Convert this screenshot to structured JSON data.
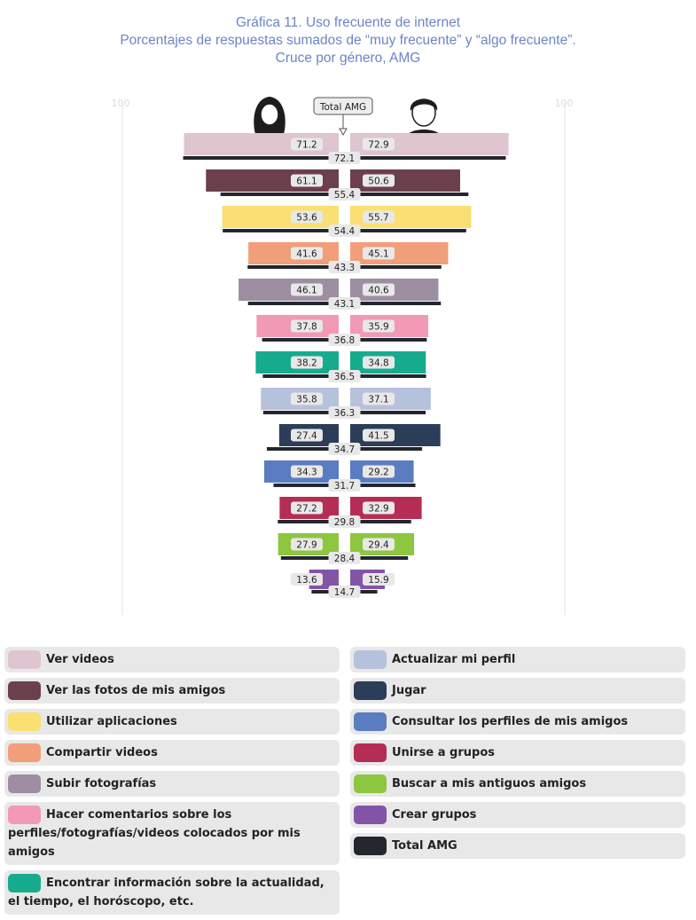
{
  "chart_data": {
    "type": "bar",
    "title": [
      "Gráfica 11. Uso frecuente de internet",
      "Porcentajes de respuestas sumados de “muy frecuente” y “algo frecuente”.",
      "Cruce por género, AMG"
    ],
    "axis_max_label_left": "100",
    "axis_max_label_right": "100",
    "xlim": [
      0,
      100
    ],
    "total_marker_label": "Total AMG",
    "icon_left": "woman-icon",
    "icon_right": "man-icon",
    "categories": [
      "Ver videos",
      "Ver las fotos de mis amigos",
      "Utilizar aplicaciones",
      "Compartir videos",
      "Subir fotografías",
      "Hacer comentarios sobre los perfiles/fotografías/videos colocados por mis amigos",
      "Encontrar información sobre la actualidad, el tiempo, el horóscopo, etc.",
      "Actualizar mi perfil",
      "Jugar",
      "Consultar los perfiles de mis amigos",
      "Unirse a grupos",
      "Buscar a mis antiguos amigos",
      "Crear grupos"
    ],
    "colors": [
      "#dfc5cf",
      "#6c3f4c",
      "#fadf72",
      "#f19f7a",
      "#9d8ea2",
      "#f199b5",
      "#17ab8e",
      "#b6c1dc",
      "#2b3d58",
      "#5a7cc1",
      "#b52c55",
      "#8dc63f",
      "#8355a6"
    ],
    "series": [
      {
        "name": "Mujeres",
        "values": [
          71.2,
          61.1,
          53.6,
          41.6,
          46.1,
          37.8,
          38.2,
          35.8,
          27.4,
          34.3,
          27.2,
          27.9,
          13.6
        ]
      },
      {
        "name": "Hombres",
        "values": [
          72.9,
          50.6,
          55.7,
          45.1,
          40.6,
          35.9,
          34.8,
          37.1,
          41.5,
          29.2,
          32.9,
          29.4,
          15.9
        ]
      },
      {
        "name": "Total AMG",
        "color": "#23262e",
        "values": [
          72.1,
          55.4,
          54.4,
          43.3,
          43.1,
          36.8,
          36.5,
          36.3,
          34.7,
          31.7,
          29.8,
          28.4,
          14.7
        ]
      }
    ]
  },
  "legend": {
    "left": [
      {
        "label": "Ver videos",
        "color": "#dfc5cf"
      },
      {
        "label": "Ver las fotos de mis amigos",
        "color": "#6c3f4c"
      },
      {
        "label": "Utilizar aplicaciones",
        "color": "#fadf72"
      },
      {
        "label": "Compartir videos",
        "color": "#f19f7a"
      },
      {
        "label": "Subir fotografías",
        "color": "#9d8ea2"
      },
      {
        "label": "Hacer comentarios sobre los perfiles/fotografías/videos colocados por mis amigos",
        "color": "#f199b5"
      },
      {
        "label": "Encontrar información sobre la actualidad, el tiempo, el horóscopo, etc.",
        "color": "#17ab8e"
      }
    ],
    "right": [
      {
        "label": "Actualizar mi perfil",
        "color": "#b6c1dc"
      },
      {
        "label": "Jugar",
        "color": "#2b3d58"
      },
      {
        "label": "Consultar los perfiles de mis amigos",
        "color": "#5a7cc1"
      },
      {
        "label": "Unirse a grupos",
        "color": "#b52c55"
      },
      {
        "label": "Buscar a mis antiguos amigos",
        "color": "#8dc63f"
      },
      {
        "label": "Crear grupos",
        "color": "#8355a6"
      },
      {
        "label": "Total AMG",
        "color": "#23262e"
      }
    ]
  }
}
